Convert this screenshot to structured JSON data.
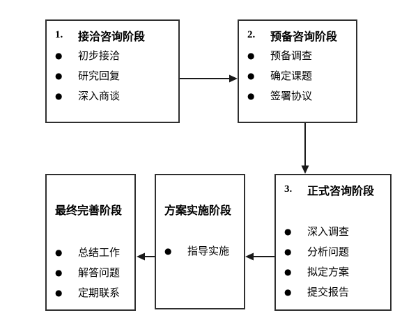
{
  "diagram": {
    "background": "#ffffff",
    "border_color": "#2f2f2f",
    "text_color": "#000000",
    "bullet_glyph": "●",
    "boxes": [
      {
        "number": "1.",
        "title": "接洽咨询阶段",
        "items": [
          "初步接洽",
          "研究回复",
          "深入商谈"
        ]
      },
      {
        "number": "2.",
        "title": "预备咨询阶段",
        "items": [
          "预备调查",
          "确定课题",
          "签署协议"
        ]
      },
      {
        "number": "3.",
        "title": "正式咨询阶段",
        "items": [
          "深入调查",
          "分析问题",
          "拟定方案",
          "提交报告"
        ]
      },
      {
        "number": "",
        "title": "方案实施阶段",
        "items": [
          "指导实施"
        ]
      },
      {
        "number": "",
        "title": "最终完善阶段",
        "items": [
          "总结工作",
          "解答问题",
          "定期联系"
        ]
      }
    ],
    "connections": [
      {
        "from": "接洽咨询阶段",
        "to": "预备咨询阶段",
        "direction": "right"
      },
      {
        "from": "预备咨询阶段",
        "to": "正式咨询阶段",
        "direction": "down"
      },
      {
        "from": "正式咨询阶段",
        "to": "方案实施阶段",
        "direction": "left"
      },
      {
        "from": "方案实施阶段",
        "to": "最终完善阶段",
        "direction": "left"
      }
    ]
  }
}
